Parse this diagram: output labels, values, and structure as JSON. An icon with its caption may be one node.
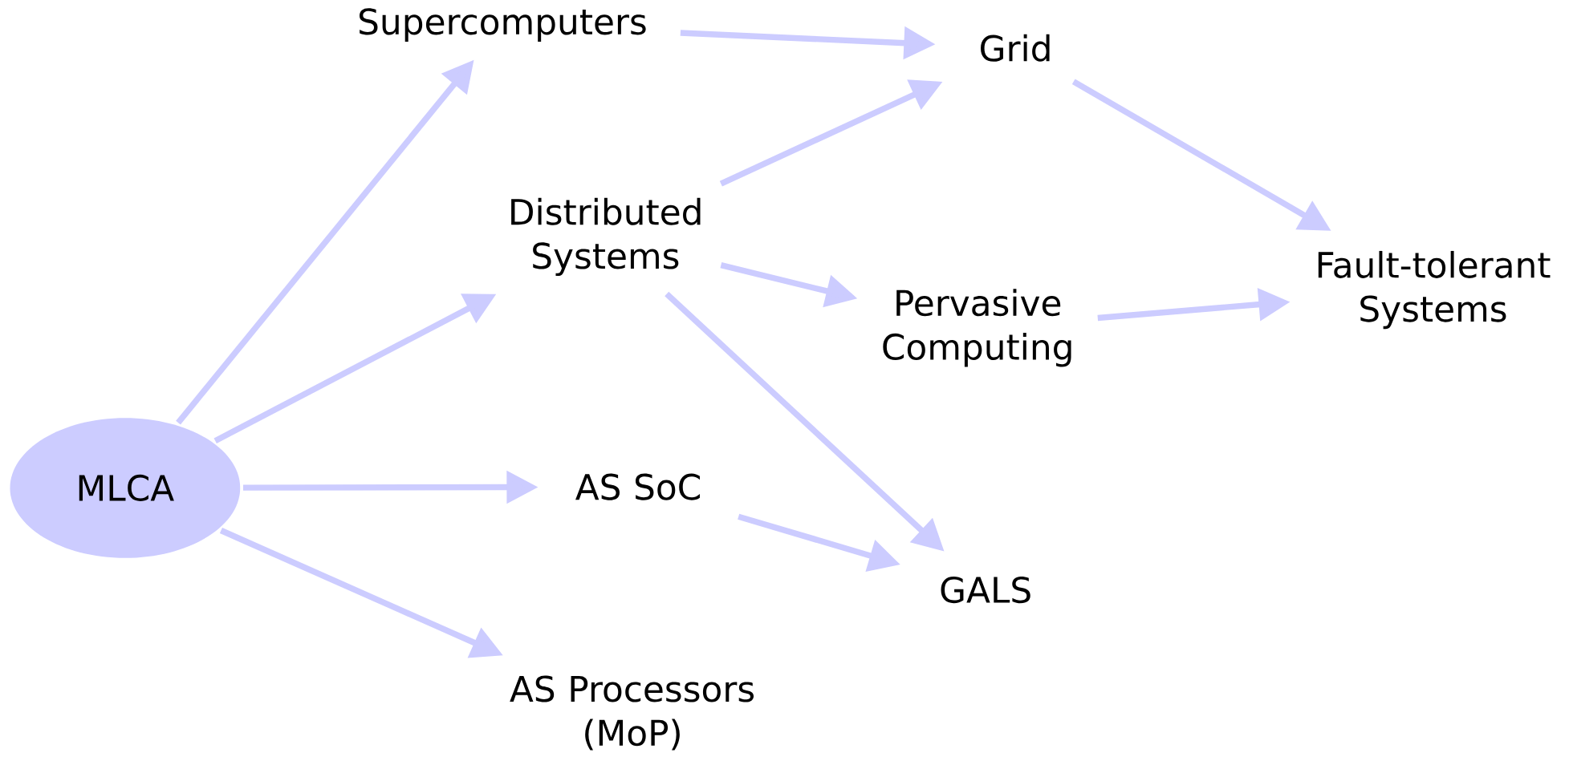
{
  "diagram": {
    "nodes": [
      {
        "text": [
          "Supercomputers"
        ]
      },
      {
        "text": [
          "Grid"
        ]
      },
      {
        "text": [
          "Distributed Systems"
        ]
      },
      {
        "text": [
          "Pervasive Computing"
        ]
      },
      {
        "text": [
          "Fault-tolerant Systems"
        ]
      },
      {
        "text": [
          "MLCA"
        ]
      },
      {
        "text": [
          "AS SoC"
        ]
      },
      {
        "text": [
          "GALS"
        ]
      },
      {
        "text": [
          "AS Processors (MoP)"
        ]
      }
    ],
    "edges": [
      {
        "from": 5,
        "to": 0,
        "arrow": "to"
      },
      {
        "from": 5,
        "to": 2,
        "arrow": "to"
      },
      {
        "from": 5,
        "to": 6,
        "arrow": "to"
      },
      {
        "from": 5,
        "to": 8,
        "arrow": "to"
      },
      {
        "from": 0,
        "to": 1,
        "arrow": "to"
      },
      {
        "from": 2,
        "to": 1,
        "arrow": "to"
      },
      {
        "from": 2,
        "to": 3,
        "arrow": "to"
      },
      {
        "from": 2,
        "to": 7,
        "arrow": "to"
      },
      {
        "from": 6,
        "to": 7,
        "arrow": "to"
      },
      {
        "from": 1,
        "to": 4,
        "arrow": "to"
      },
      {
        "from": 3,
        "to": 4,
        "arrow": "to"
      }
    ]
  }
}
